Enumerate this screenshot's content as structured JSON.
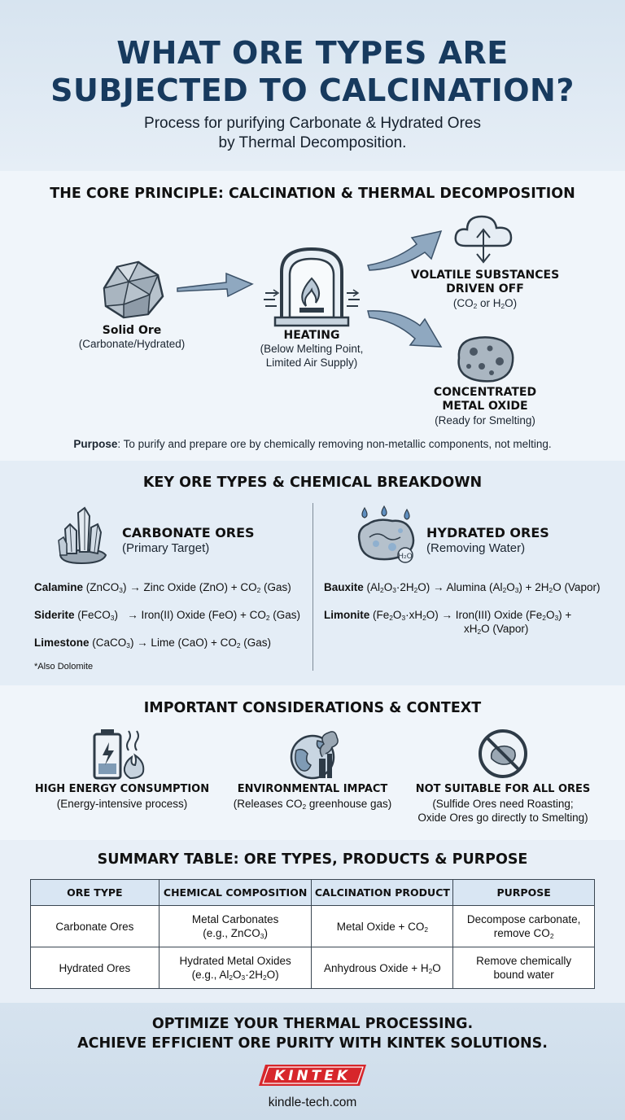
{
  "header": {
    "title_line1": "WHAT ORE TYPES ARE",
    "title_line2": "SUBJECTED TO CALCINATION?",
    "subtitle_line1": "Process for purifying Carbonate & Hydrated Ores",
    "subtitle_line2": "by Thermal Decomposition."
  },
  "core": {
    "title": "THE CORE PRINCIPLE: CALCINATION & THERMAL DECOMPOSITION",
    "solid_ore": {
      "label": "Solid Ore",
      "detail": "(Carbonate/Hydrated)"
    },
    "heating": {
      "label": "HEATING",
      "detail1": "(Below Melting Point,",
      "detail2": "Limited Air Supply)"
    },
    "volatile": {
      "label1": "VOLATILE SUBSTANCES",
      "label2": "DRIVEN OFF",
      "detail": "(CO2 or H2O)"
    },
    "oxide": {
      "label1": "CONCENTRATED",
      "label2": "METAL OXIDE",
      "detail": "(Ready for Smelting)"
    },
    "purpose_label": "Purpose",
    "purpose_text": ": To purify and prepare ore by chemically removing non-metallic components, not melting."
  },
  "ore_types": {
    "title": "KEY ORE TYPES & CHEMICAL BREAKDOWN",
    "carbonate": {
      "heading": "CARBONATE ORES",
      "subheading": "(Primary Target)",
      "reactions": [
        {
          "name": "Calamine",
          "text": "(ZnCO3) → Zinc Oxide (ZnO) + CO2 (Gas)"
        },
        {
          "name": "Siderite",
          "text": "(FeCO3)   → Iron(II) Oxide (FeO) + CO2 (Gas)"
        },
        {
          "name": "Limestone",
          "text": "(CaCO3) → Lime (CaO) + CO2 (Gas)"
        }
      ],
      "note": "*Also Dolomite"
    },
    "hydrated": {
      "heading": "HYDRATED ORES",
      "subheading": "(Removing Water)",
      "reactions": [
        {
          "name": "Bauxite",
          "text": "(Al2O3·2H2O) → Alumina (Al2O3) + 2H2O (Vapor)"
        },
        {
          "name": "Limonite",
          "text": "(Fe2O3·xH2O) → Iron(III) Oxide (Fe2O3) +",
          "text2": "xH2O (Vapor)"
        }
      ]
    }
  },
  "considerations": {
    "title": "IMPORTANT CONSIDERATIONS & CONTEXT",
    "items": [
      {
        "title": "HIGH ENERGY CONSUMPTION",
        "desc1": "(Energy-intensive process)",
        "desc2": ""
      },
      {
        "title": "ENVIRONMENTAL IMPACT",
        "desc1": "(Releases CO2 greenhouse gas)",
        "desc2": ""
      },
      {
        "title": "NOT SUITABLE FOR ALL ORES",
        "desc1": "(Sulfide Ores need Roasting;",
        "desc2": "Oxide Ores go directly to Smelting)"
      }
    ]
  },
  "summary": {
    "title": "SUMMARY TABLE: ORE TYPES, PRODUCTS & PURPOSE",
    "columns": [
      "ORE TYPE",
      "CHEMICAL COMPOSITION",
      "CALCINATION PRODUCT",
      "PURPOSE"
    ],
    "rows": [
      [
        "Carbonate Ores",
        "Metal Carbonates",
        "(e.g., ZnCO3)",
        "Metal Oxide + CO2",
        "Decompose carbonate,",
        "remove CO2"
      ],
      [
        "Hydrated Ores",
        "Hydrated Metal Oxides",
        "(e.g., Al2O3·2H2O)",
        "Anhydrous Oxide + H2O",
        "Remove chemically",
        "bound water"
      ]
    ]
  },
  "footer": {
    "cta_line1": "OPTIMIZE YOUR THERMAL PROCESSING.",
    "cta_line2": "ACHIEVE EFFICIENT ORE PURITY WITH KINTEK SOLUTIONS.",
    "logo_text": "KINTEK",
    "website": "kindle-tech.com"
  },
  "colors": {
    "title_blue": "#173a5e",
    "icon_blue": "#7f9bb5",
    "logo_red": "#d7262b"
  }
}
